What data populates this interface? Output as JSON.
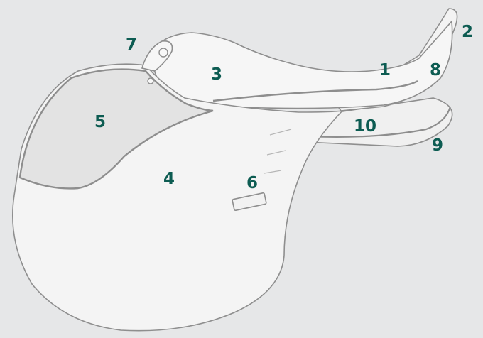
{
  "background_color": "#e6e7e8",
  "label_color": "#0d5c52",
  "line_color": "#8e8e8e",
  "fill_color": "#f4f4f4",
  "shade_color": "#e3e3e3",
  "callouts": [
    {
      "id": "1",
      "text": "1"
    },
    {
      "id": "2",
      "text": "2"
    },
    {
      "id": "3",
      "text": "3"
    },
    {
      "id": "4",
      "text": "4"
    },
    {
      "id": "5",
      "text": "5"
    },
    {
      "id": "6",
      "text": "6"
    },
    {
      "id": "7",
      "text": "7"
    },
    {
      "id": "8",
      "text": "8"
    },
    {
      "id": "9",
      "text": "9"
    },
    {
      "id": "10",
      "text": "10"
    }
  ]
}
